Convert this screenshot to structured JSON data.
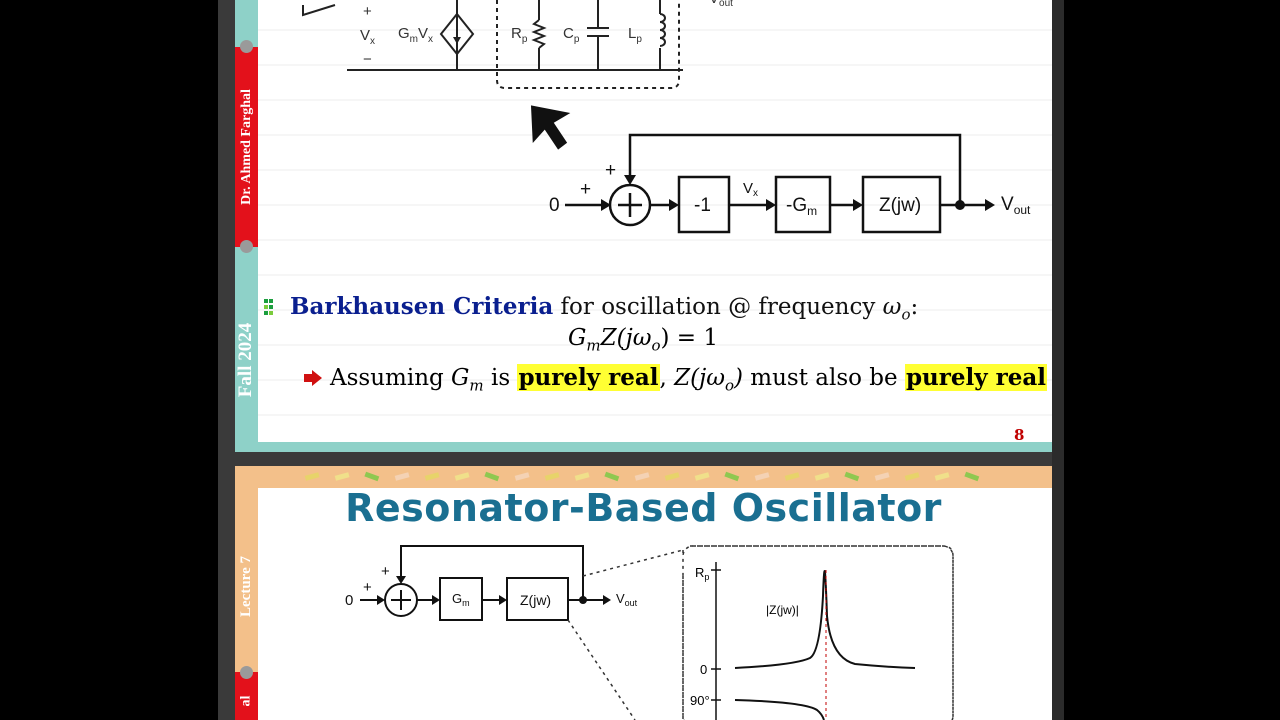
{
  "slide1": {
    "author": "Dr. Ahmed Farghal",
    "term": "Fall 2024",
    "page_number": "8",
    "top_circuit": {
      "plus": "+",
      "minus": "−",
      "vx": "V",
      "vx_sub": "x",
      "gm": "G",
      "gm_sub": "m",
      "gm_vx": "V",
      "gm_vx_sub": "x",
      "rp": "R",
      "rp_sub": "p",
      "cp": "C",
      "cp_sub": "p",
      "lp": "L",
      "lp_sub": "p",
      "vout": "V",
      "vout_sub": "out"
    },
    "block_diagram": {
      "input": "0",
      "plus_in": "+",
      "plus_fb": "+",
      "block1": "-1",
      "vx": "V",
      "vx_sub": "x",
      "block2": "-G",
      "block2_sub": "m",
      "block3": "Z(jw)",
      "vout": "V",
      "vout_sub": "out"
    },
    "barkhausen": {
      "title": "Barkhausen Criteria",
      "rest": " for oscillation @ frequency ",
      "omega": "ω",
      "omega_sub": "o",
      "colon": ":",
      "equation": "G",
      "eq_sub": "m",
      "eq_rest_1": "Z(jω",
      "eq_rest_2": ") = 1",
      "assuming": "Assuming ",
      "gm": "G",
      "gm_sub": "m",
      "is": " is ",
      "purely_real_1": "purely real",
      "comma": ", ",
      "z": "Z(jω",
      "z_sub": "o",
      "z_close": ")",
      "must_also": " must also be ",
      "purely_real_2": "purely real"
    }
  },
  "slide2": {
    "title": "Resonator-Based Oscillator",
    "side_label": "Lecture 7",
    "side_label_2": "al",
    "block_diagram": {
      "input": "0",
      "plus_in": "+",
      "plus_fb": "+",
      "gm": "G",
      "gm_sub": "m",
      "z": "Z(jw)",
      "vout": "V",
      "vout_sub": "out"
    },
    "plot": {
      "rp": "R",
      "rp_sub": "p",
      "zero": "0",
      "mag": "|Z(jw)|",
      "deg": "90°"
    }
  },
  "colors": {
    "accent_teal": "#8ed1c8",
    "author_red": "#e3111b",
    "title_blue": "#1a6f91",
    "highlight": "#ffff33",
    "barkhausen_blue": "#0a1f8f"
  }
}
